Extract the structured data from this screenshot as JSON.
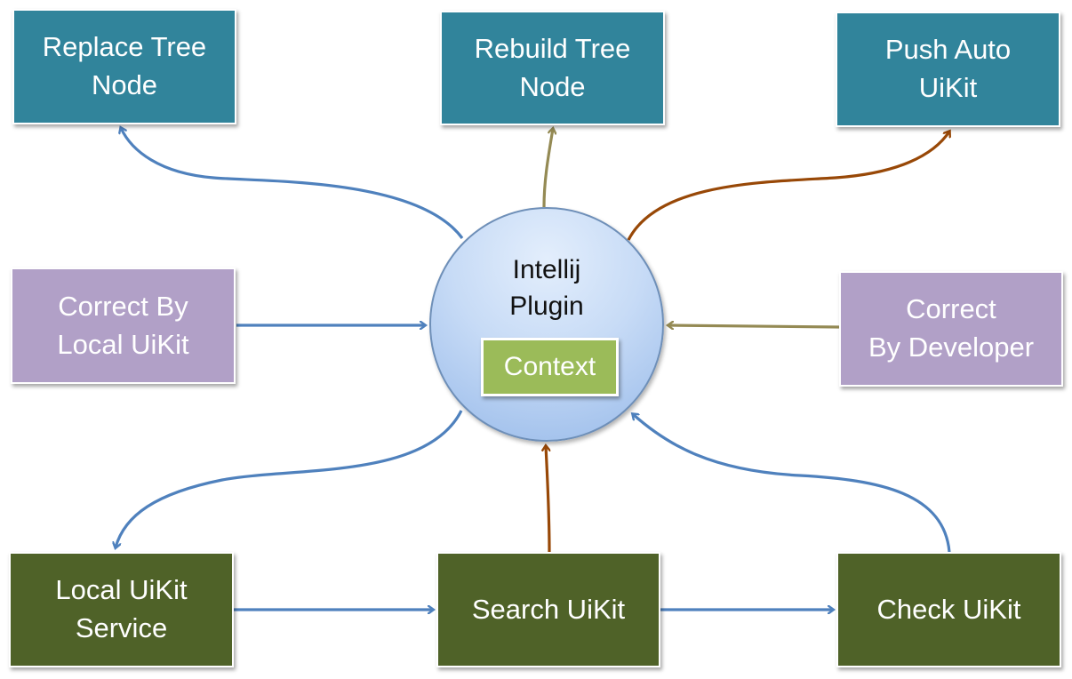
{
  "nodes": {
    "replace_tree_node": "Replace Tree\nNode",
    "rebuild_tree_node": "Rebuild Tree\nNode",
    "push_auto_uikit": "Push Auto\nUiKit",
    "correct_by_local_uikit": "Correct By\nLocal UiKit",
    "correct_by_developer": "Correct\nBy Developer",
    "local_uikit_service": "Local UiKit\nService",
    "search_uikit": "Search UiKit",
    "check_uikit": "Check UiKit"
  },
  "hub": {
    "title": "Intellij\nPlugin",
    "context": "Context"
  },
  "colors": {
    "teal": "#31849b",
    "lavender": "#b1a0c7",
    "olive": "#4f6228",
    "context_green": "#9bbb59",
    "arrow_blue": "#4f81bd",
    "arrow_khaki": "#948a54",
    "arrow_brown": "#984807"
  }
}
